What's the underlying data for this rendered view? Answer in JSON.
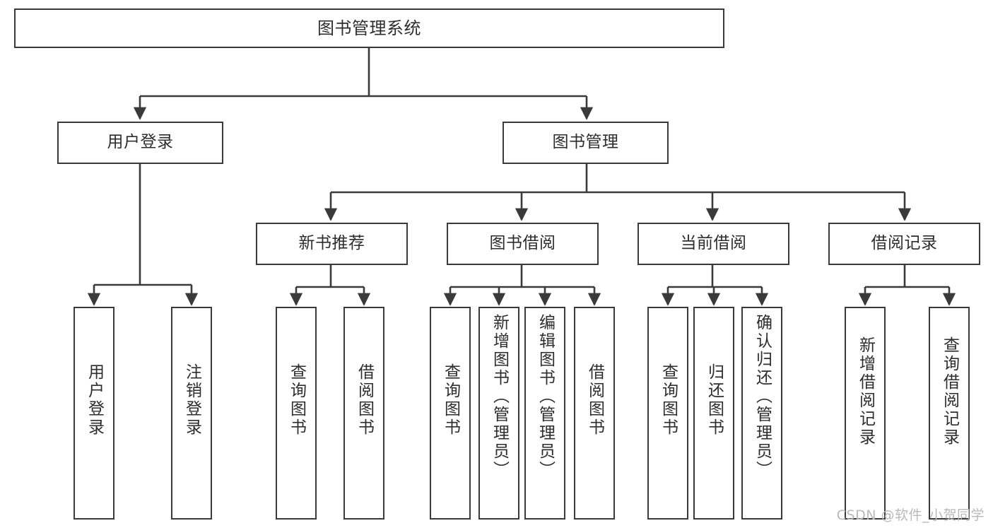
{
  "diagram": {
    "title": "图书管理系统",
    "type": "functional-structure-tree",
    "watermark": "CSDN @软件_小贺同学",
    "colors": {
      "box_border": "#3a3a3a",
      "box_fill": "#ffffff",
      "text": "#2d2d2d",
      "connector": "#3a3a3a",
      "watermark": "#b9b9b9",
      "background": "#ffffff"
    },
    "levels": {
      "root": {
        "label": "图书管理系统"
      },
      "level2": [
        {
          "id": "user-login",
          "label": "用户登录"
        },
        {
          "id": "book-manage",
          "label": "图书管理"
        }
      ],
      "level3": [
        {
          "id": "new-book-recommend",
          "label": "新书推荐",
          "parent": "book-manage"
        },
        {
          "id": "book-borrow",
          "label": "图书借阅",
          "parent": "book-manage"
        },
        {
          "id": "current-borrow",
          "label": "当前借阅",
          "parent": "book-manage"
        },
        {
          "id": "borrow-record",
          "label": "借阅记录",
          "parent": "book-manage"
        }
      ],
      "leaves": [
        {
          "id": "leaf-user-login",
          "label": "用户登录",
          "parent": "user-login"
        },
        {
          "id": "leaf-logout-login",
          "label": "注销登录",
          "parent": "user-login"
        },
        {
          "id": "leaf-query-book-1",
          "label": "查询图书",
          "parent": "new-book-recommend"
        },
        {
          "id": "leaf-borrow-book-1",
          "label": "借阅图书",
          "parent": "new-book-recommend"
        },
        {
          "id": "leaf-query-book-2",
          "label": "查询图书",
          "parent": "book-borrow"
        },
        {
          "id": "leaf-add-book",
          "label": "新增图书（管理员）",
          "parent": "book-borrow"
        },
        {
          "id": "leaf-edit-book",
          "label": "编辑图书（管理员）",
          "parent": "book-borrow"
        },
        {
          "id": "leaf-borrow-book-2",
          "label": "借阅图书",
          "parent": "book-borrow"
        },
        {
          "id": "leaf-query-book-3",
          "label": "查询图书",
          "parent": "current-borrow"
        },
        {
          "id": "leaf-return-book",
          "label": "归还图书",
          "parent": "current-borrow"
        },
        {
          "id": "leaf-confirm-return",
          "label": "确认归还（管理员）",
          "parent": "current-borrow"
        },
        {
          "id": "leaf-add-record",
          "label": "新增借阅记录",
          "parent": "borrow-record"
        },
        {
          "id": "leaf-query-record",
          "label": "查询借阅记录",
          "parent": "borrow-record"
        }
      ]
    }
  }
}
